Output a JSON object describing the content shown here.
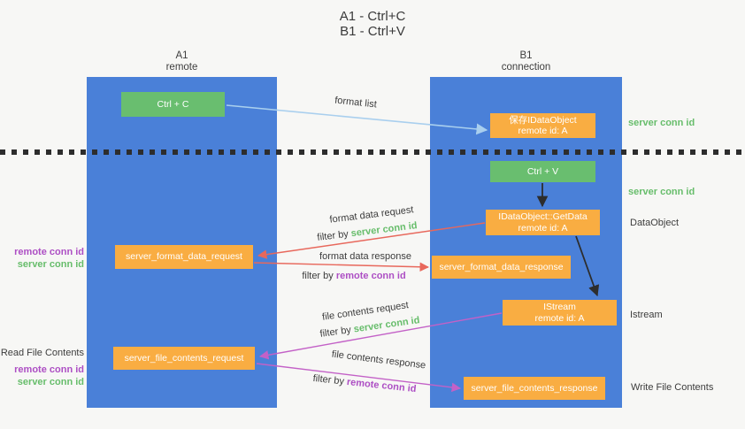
{
  "title": {
    "line1": "A1 - Ctrl+C",
    "line2": "B1 - Ctrl+V"
  },
  "columns": {
    "a": {
      "name": "A1",
      "subtitle": "remote"
    },
    "b": {
      "name": "B1",
      "subtitle": "connection"
    }
  },
  "nodes": {
    "ctrl_c": "Ctrl + C",
    "ctrl_v": "Ctrl + V",
    "save_idataobject": {
      "line1": "保存IDataObject",
      "line2": "remote id: A"
    },
    "getdata": {
      "line1": "IDataObject::GetData",
      "line2": "remote id: A"
    },
    "istream": {
      "line1": "IStream",
      "line2": "remote id: A"
    },
    "fmt_request": "server_format_data_request",
    "fmt_response": "server_format_data_response",
    "file_request": "server_file_contents_request",
    "file_response": "server_file_contents_response"
  },
  "edge_labels": {
    "format_list": "format list",
    "format_data_request": "format data request",
    "format_data_response": "format data response",
    "file_contents_request": "file contents request",
    "file_contents_response": "file contents response",
    "filter_by": "filter by"
  },
  "ids": {
    "server_conn_id": "server conn id",
    "remote_conn_id": "remote conn id"
  },
  "side_labels": {
    "dataobject": "DataObject",
    "istream": "Istream",
    "write_file_contents": "Write File Contents",
    "read_file_contents": "Read File Contents"
  },
  "colors": {
    "column_blue": "#4a80d8",
    "node_green": "#69be6f",
    "node_orange": "#f9ad42",
    "arrow_light_blue": "#a9cfee",
    "arrow_red": "#e8685c",
    "arrow_magenta": "#c361c7",
    "arrow_black": "#2d2d2d",
    "id_green": "#67bd6b",
    "id_purple": "#ad4fc4",
    "background": "#f7f7f5"
  }
}
